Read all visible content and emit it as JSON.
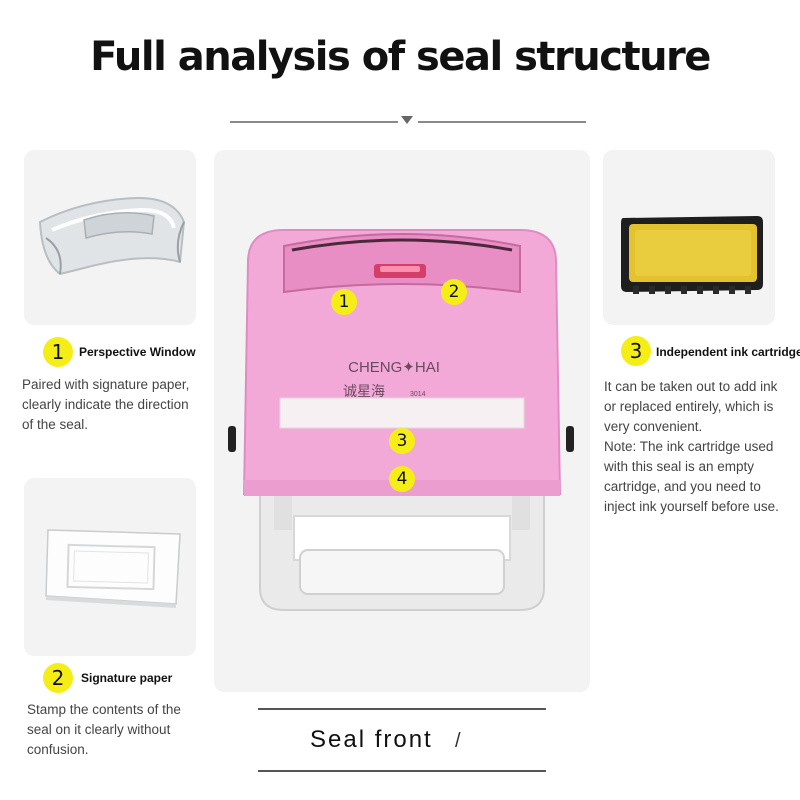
{
  "title": "Full analysis of seal structure",
  "main_image": {
    "brand": "CHENG✦HAI",
    "brand_cn": "诚星海",
    "model": "3014",
    "markers": [
      "1",
      "2",
      "3",
      "4"
    ]
  },
  "features": [
    {
      "number": "1",
      "title": "Perspective Window",
      "description": [
        "Paired with signature paper,",
        "clearly indicate the direction",
        "of the seal."
      ]
    },
    {
      "number": "2",
      "title": "Signature paper",
      "description": [
        "Stamp the contents of the",
        "seal on it clearly without",
        "confusion."
      ]
    },
    {
      "number": "3",
      "title": "Independent ink cartridge",
      "description": [
        "It can be taken out to add ink",
        "or replaced entirely, which is",
        "very convenient.",
        "Note: The ink cartridge used",
        "with this seal is an empty",
        "cartridge, and you need to",
        "inject ink yourself before use."
      ]
    }
  ],
  "footer": {
    "label": "Seal front",
    "slash": "/"
  },
  "colors": {
    "badge": "#f5ee16",
    "card_bg": "#f3f3f3",
    "stamp_pink": "#f3a9d8",
    "ink_pad": "#e3c22d"
  }
}
